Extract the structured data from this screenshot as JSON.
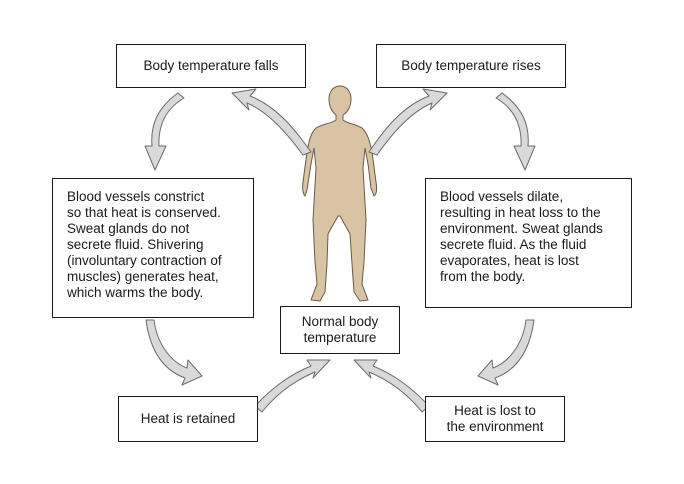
{
  "diagram": {
    "boxes": {
      "temp_falls": "Body temperature falls",
      "temp_rises": "Body temperature rises",
      "constrict": [
        "Blood vessels constrict",
        "so that heat is conserved.",
        "Sweat glands do not",
        "secrete fluid. Shivering",
        "(involuntary contraction of",
        "muscles) generates heat,",
        "which warms the body."
      ],
      "dilate": [
        "Blood vessels dilate,",
        "resulting in heat loss to the",
        "environment. Sweat glands",
        "secrete fluid. As the fluid",
        "evaporates, heat is lost",
        "from the body."
      ],
      "normal": [
        "Normal body",
        "temperature"
      ],
      "retained": "Heat is retained",
      "lost": [
        "Heat is lost to",
        "the environment"
      ]
    },
    "colors": {
      "arrow_fill": "#d9d9d9",
      "arrow_stroke": "#6b6b6b",
      "body_fill": "#d8c3a5",
      "body_stroke": "#6b5a48",
      "border": "#1a1a1a"
    },
    "icons": {
      "figure": "human-body-silhouette",
      "arrow": "curved-arrow"
    }
  }
}
